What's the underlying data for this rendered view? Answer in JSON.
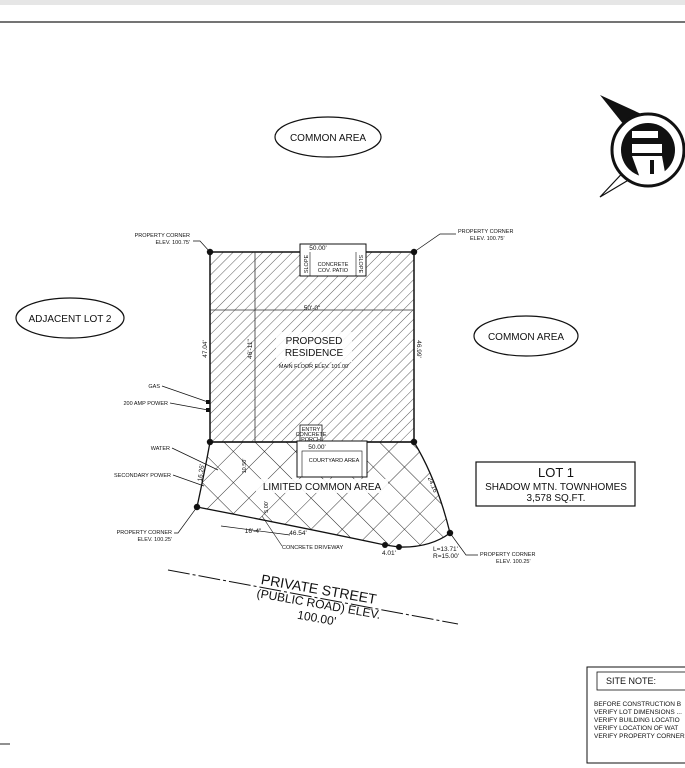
{
  "areas": {
    "common_area_top": "COMMON AREA",
    "common_area_right": "COMMON AREA",
    "adjacent_lot": "ADJACENT LOT 2",
    "limited_common_area": "LIMITED COMMON AREA"
  },
  "residence": {
    "line1": "PROPOSED",
    "line2": "RESIDENCE",
    "note": "MAIN FLOOR ELEV. 101.00'"
  },
  "patio": {
    "line1": "CONCRETE",
    "line2": "COV. PATIO",
    "slope_left": "SLOPE",
    "slope_right": "SLOPE"
  },
  "entry": {
    "line1": "ENTRY",
    "line2": "CONCRETE",
    "line3": "PORCH"
  },
  "courtyard": {
    "label": "COURTYARD AREA"
  },
  "property_corners": {
    "top_left": {
      "line1": "PROPERTY CORNER",
      "line2": "ELEV. 100.75'"
    },
    "top_right": {
      "line1": "PROPERTY CORNER",
      "line2": "ELEV. 100.75'"
    },
    "bottom_left": {
      "line1": "PROPERTY CORNER",
      "line2": "ELEV. 100.25'"
    },
    "bottom_right": {
      "line1": "PROPERTY CORNER",
      "line2": "ELEV. 100.25'"
    }
  },
  "utilities": {
    "gas": "GAS",
    "power": "200 AMP POWER",
    "water": "WATER",
    "secondary_power": "SECONDARY POWER"
  },
  "dimensions": {
    "top_patio": "50.00'",
    "top_inner": "50'-0\"",
    "left_side": "47.04'",
    "inner_vertical": "46'-11\"",
    "right_side": "46.99'",
    "courtyard_width": "50.00'",
    "lca_left": "16.26'",
    "lca_right": "24.16'",
    "driveway_inner": "16'-4\"",
    "driveway_width": "46.54'",
    "bottom_small": "4.01'",
    "curve_l": "L=13.71'",
    "curve_r": "R=15.00'",
    "drive_vertical_a": "10.50'",
    "drive_vertical_b": "5.00'"
  },
  "driveway": {
    "label": "CONCRETE DRIVEWAY"
  },
  "street": {
    "line1": "PRIVATE STREET",
    "line2": "(PUBLIC ROAD) ELEV.",
    "line3": "100.00'"
  },
  "lot": {
    "title": "LOT 1",
    "line2": "SHADOW MTN. TOWNHOMES",
    "line3": "3,578 SQ.FT."
  },
  "site_note": {
    "title": "SITE NOTE:",
    "lines": [
      "BEFORE CONSTRUCTION B",
      "VERIFY LOT DIMENSIONS ...",
      "VERIFY BUILDING LOCATIO",
      "VERIFY LOCATION OF WAT",
      "VERIFY PROPERTY CORNER"
    ]
  },
  "icons": {
    "north_arrow": "north-arrow-icon"
  }
}
